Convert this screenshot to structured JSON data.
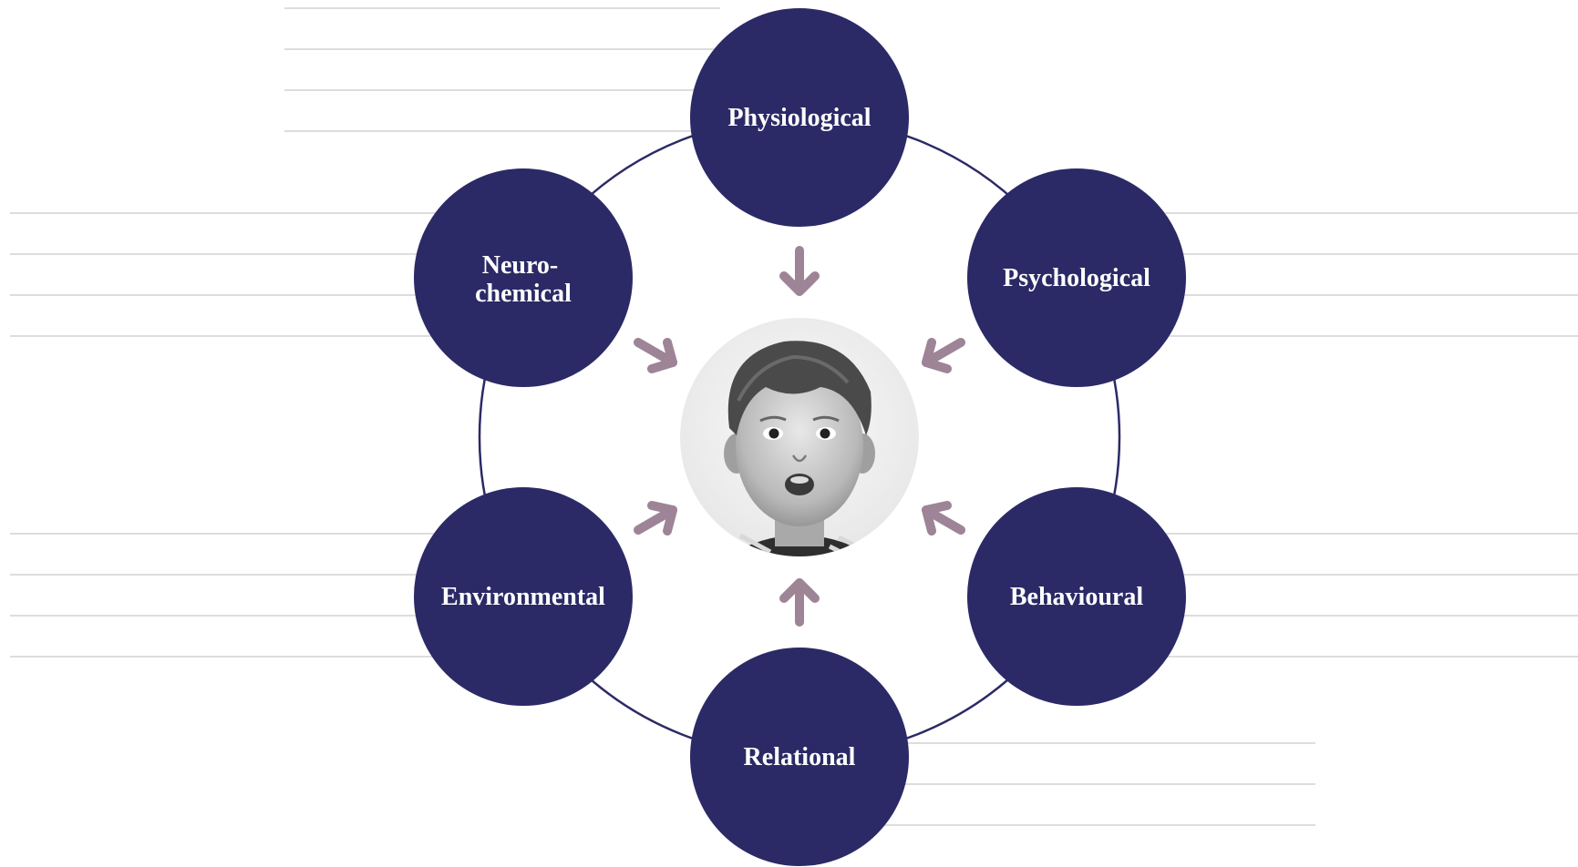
{
  "colors": {
    "node_fill": "#2b2a66",
    "ring_stroke": "#2b2a66",
    "arrow": "#9d8496",
    "guide_lines": "#d2d2d6",
    "label_text": "#ffffff"
  },
  "diagram": {
    "center": {
      "image": "photo of a young child's face (greyscale)"
    },
    "nodes": [
      {
        "id": "physiological",
        "lines": [
          "Physiological"
        ]
      },
      {
        "id": "psychological",
        "lines": [
          "Psychological"
        ]
      },
      {
        "id": "behavioural",
        "lines": [
          "Behavioural"
        ]
      },
      {
        "id": "relational",
        "lines": [
          "Relational"
        ]
      },
      {
        "id": "environmental",
        "lines": [
          "Environmental"
        ]
      },
      {
        "id": "neurochemical",
        "lines": [
          "Neuro-",
          "chemical"
        ]
      }
    ],
    "arrows": [
      {
        "from": "physiological",
        "to": "center"
      },
      {
        "from": "psychological",
        "to": "center"
      },
      {
        "from": "behavioural",
        "to": "center"
      },
      {
        "from": "relational",
        "to": "center"
      },
      {
        "from": "environmental",
        "to": "center"
      },
      {
        "from": "neurochemical",
        "to": "center"
      }
    ]
  }
}
